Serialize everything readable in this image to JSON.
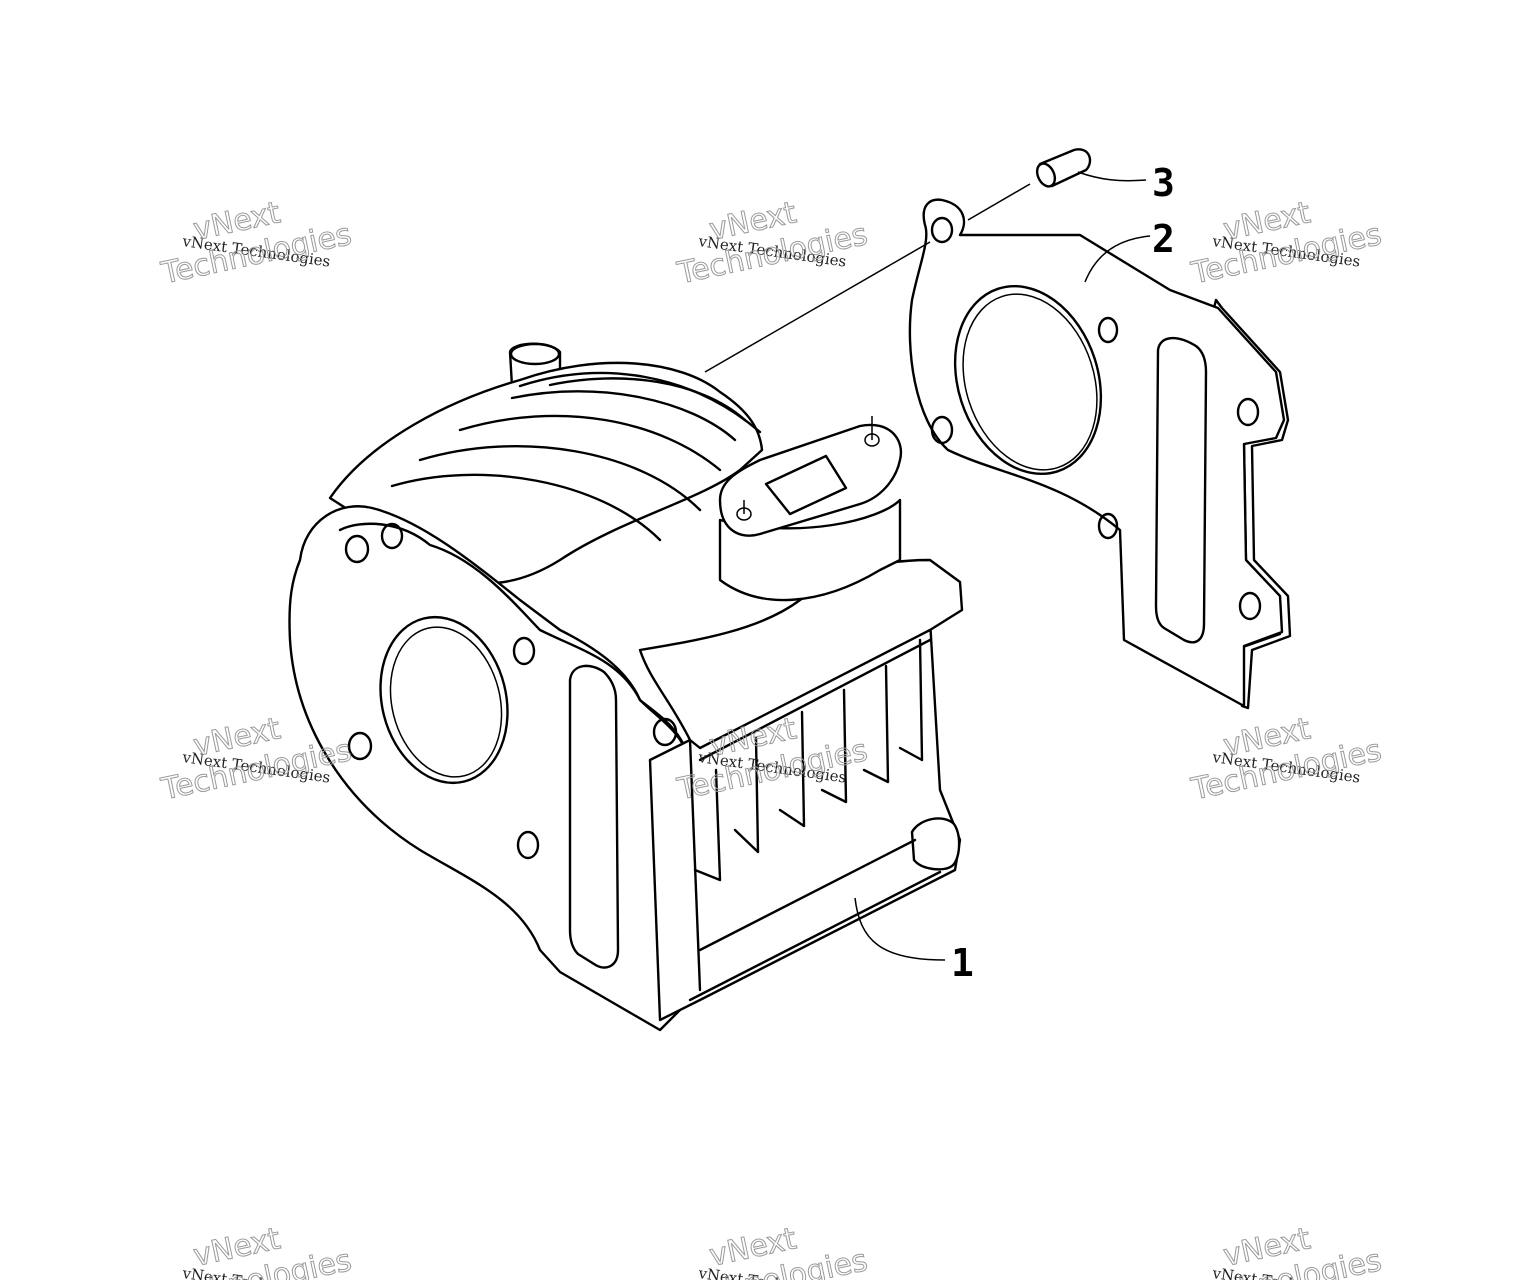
{
  "callouts": [
    {
      "number": "1",
      "part": "cylinder"
    },
    {
      "number": "2",
      "part": "cylinder-base-gasket"
    },
    {
      "number": "3",
      "part": "dowel-pin"
    }
  ],
  "watermark": {
    "brand": "vNext",
    "line1": "vNext Technologies",
    "line2": "Technologies"
  }
}
